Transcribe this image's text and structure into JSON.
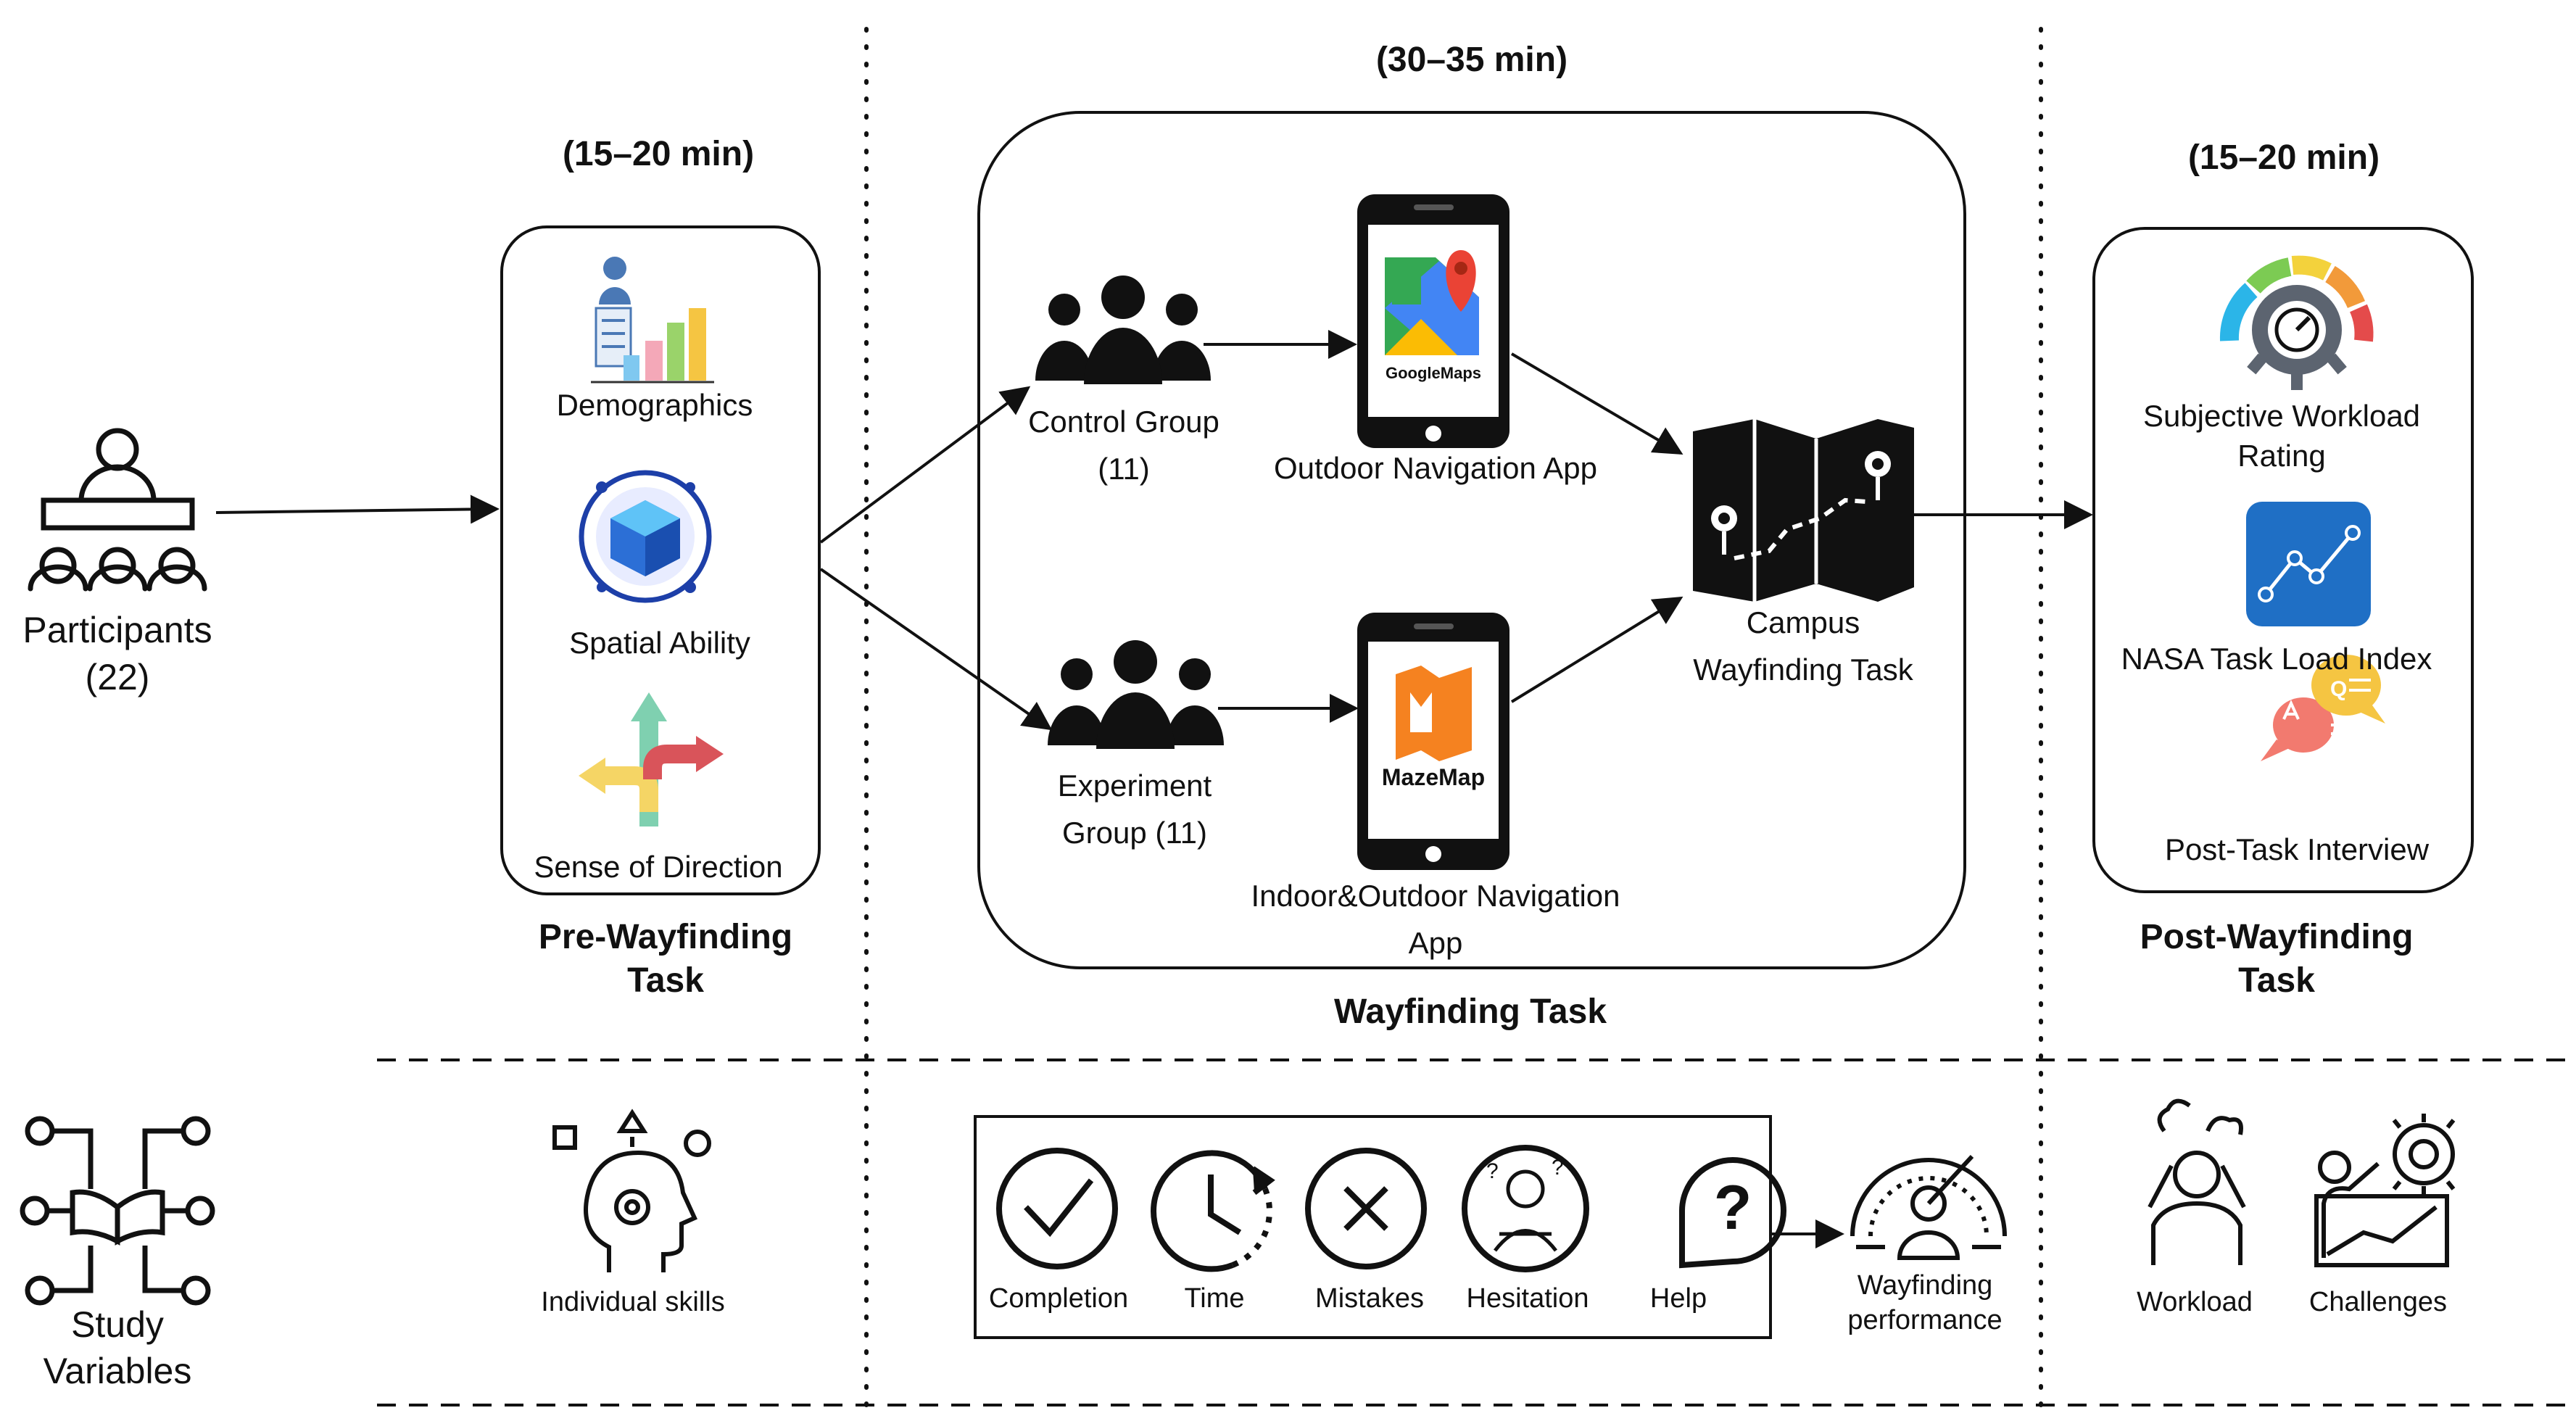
{
  "durations": {
    "pre": "(15–20 min)",
    "wayfinding": "(30–35 min)",
    "post": "(15–20 min)"
  },
  "participants": {
    "label": "Participants",
    "count": "(22)"
  },
  "pre_task": {
    "items": {
      "demographics": "Demographics",
      "spatial": "Spatial Ability",
      "direction": "Sense of Direction"
    },
    "title_line1": "Pre-Wayfinding",
    "title_line2": "Task"
  },
  "wayfinding_task": {
    "title": "Wayfinding Task",
    "control_group": {
      "line1": "Control Group",
      "line2": "(11)"
    },
    "experiment_group": {
      "line1": "Experiment",
      "line2": "Group (11)"
    },
    "outdoor_app": {
      "logo_text": "GoogleMaps",
      "label": "Outdoor Navigation App"
    },
    "indoor_app": {
      "logo_text": "MazeMap",
      "label_line1": "Indoor&Outdoor Navigation",
      "label_line2": "App"
    },
    "campus": {
      "line1": "Campus",
      "line2": "Wayfinding Task"
    }
  },
  "post_task": {
    "items": {
      "workload_rating_1": "Subjective Workload",
      "workload_rating_2": "Rating",
      "nasa": "NASA Task Load Index",
      "interview": "Post-Task Interview"
    },
    "title_line1": "Post-Wayfinding",
    "title_line2": "Task"
  },
  "study_variables": {
    "label_line1": "Study",
    "label_line2": "Variables",
    "individual_skills": "Individual skills",
    "metrics": [
      "Completion",
      "Time",
      "Mistakes",
      "Hesitation",
      "Help"
    ],
    "performance_line1": "Wayfinding",
    "performance_line2": "performance",
    "workload": "Workload",
    "challenges": "Challenges"
  },
  "colors": {
    "line": "#111111",
    "google_green": "#34a853",
    "google_red": "#ea4335",
    "google_blue": "#4285f4",
    "google_yellow": "#fbbc04",
    "mazemap_orange": "#f58220",
    "cube_blue": "#2c6fd6",
    "nasa_blue": "#1f6fc5"
  }
}
